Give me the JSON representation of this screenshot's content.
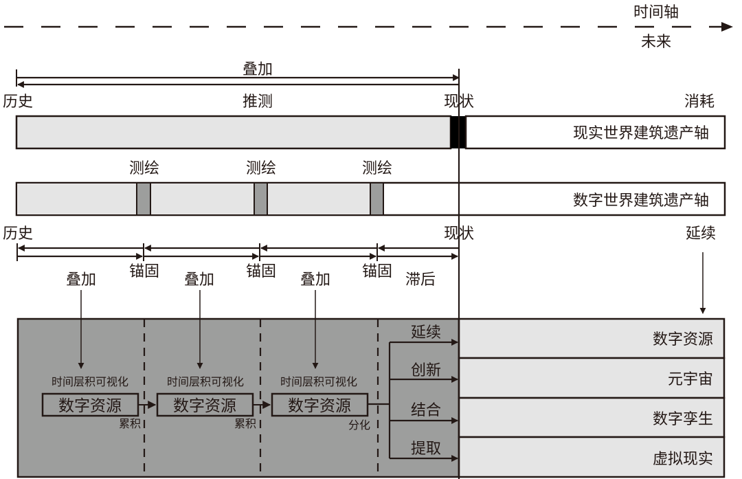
{
  "timeline": {
    "axis_label": "时间轴",
    "future_label": "未来"
  },
  "reality_axis": {
    "overlay_label": "叠加",
    "speculate_label": "推测",
    "history_label": "历史",
    "present_label": "现状",
    "consume_label": "消耗",
    "bar_label": "现实世界建筑遗产轴"
  },
  "digital_axis": {
    "survey_labels": [
      "测绘",
      "测绘",
      "测绘"
    ],
    "bar_label": "数字世界建筑遗产轴",
    "history_label": "历史",
    "present_label": "现状",
    "continue_label": "延续",
    "anchor_labels": [
      "锚固",
      "锚固",
      "锚固"
    ],
    "lag_label": "滞后",
    "overlay_labels": [
      "叠加",
      "叠加",
      "叠加"
    ]
  },
  "process": {
    "stages": [
      {
        "caption": "时间层积可视化",
        "box": "数字资源",
        "out_label": "累积"
      },
      {
        "caption": "时间层积可视化",
        "box": "数字资源",
        "out_label": "累积"
      },
      {
        "caption": "时间层积可视化",
        "box": "数字资源",
        "out_label": "分化"
      }
    ],
    "branches": [
      "延续",
      "创新",
      "结合",
      "提取"
    ],
    "outputs": [
      "数字资源",
      "元宇宙",
      "数字孪生",
      "虚拟现实"
    ]
  },
  "colors": {
    "ink": "#231815",
    "light_fill": "#e5e5e5",
    "mid_fill": "#9d9e9d",
    "black": "#000000",
    "white": "#ffffff"
  }
}
